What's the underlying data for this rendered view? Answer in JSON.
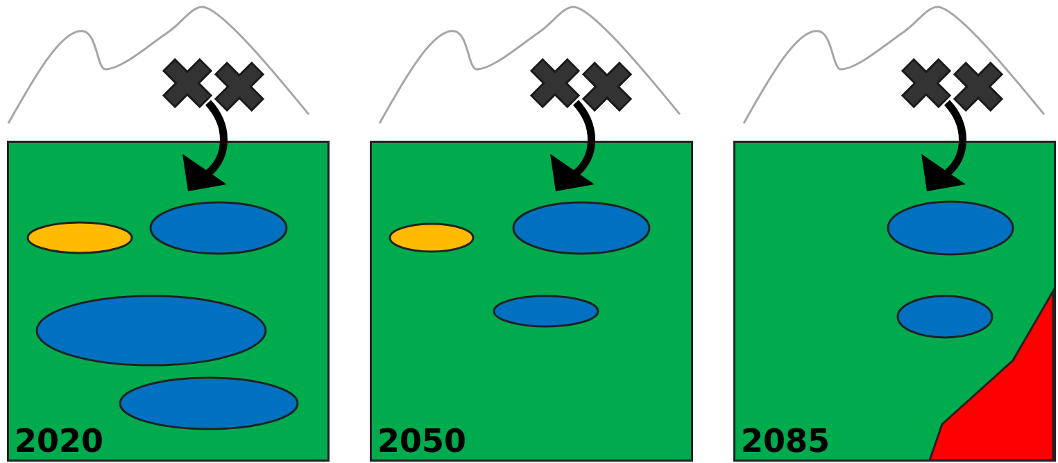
{
  "diagram": {
    "nodes": [
      {
        "text": [
          "2020"
        ]
      },
      {
        "text": [
          "2050"
        ]
      },
      {
        "text": [
          "2085"
        ]
      }
    ]
  }
}
